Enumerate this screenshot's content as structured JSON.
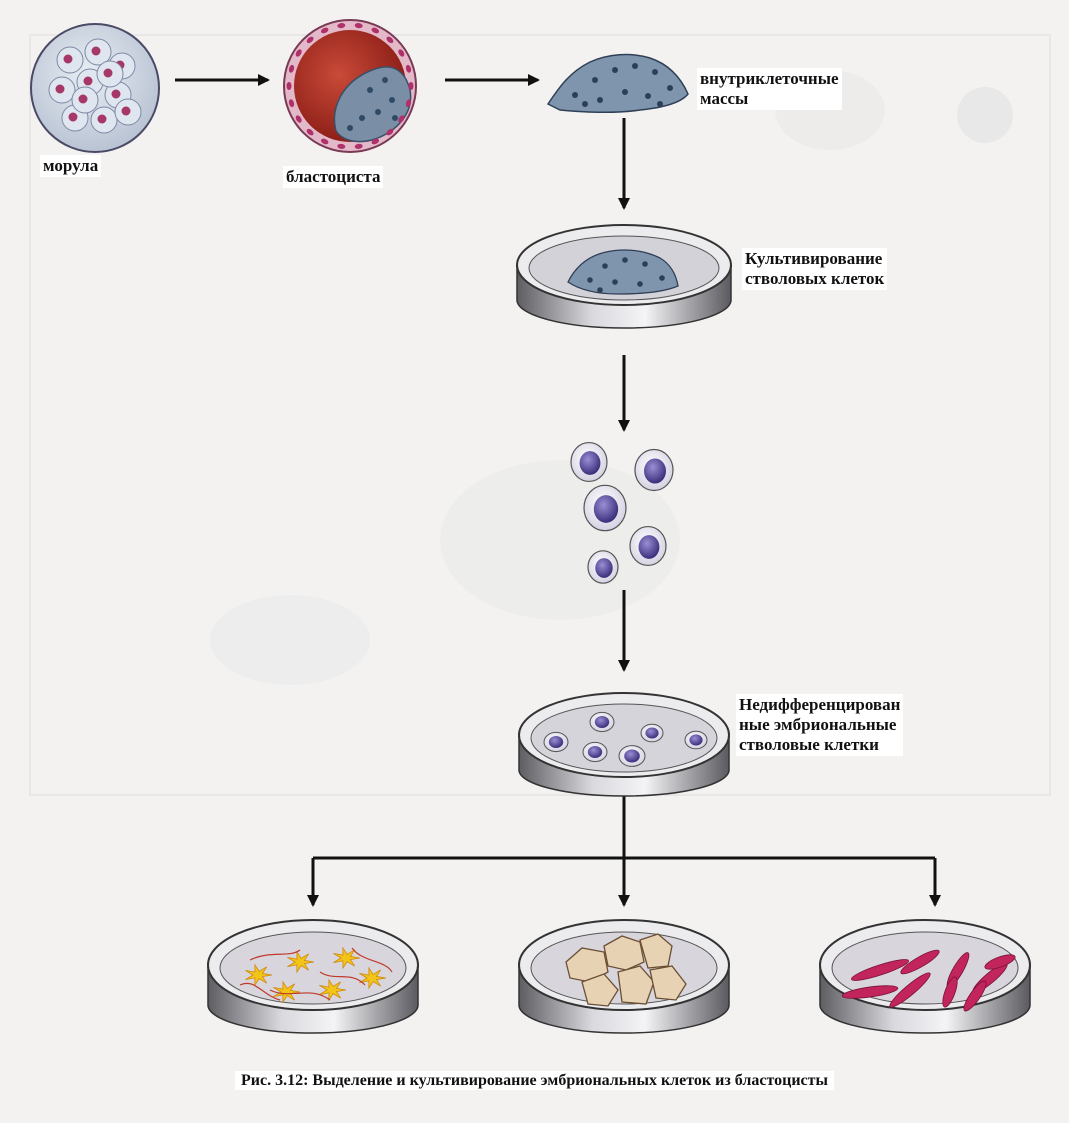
{
  "labels": {
    "morula": "морула",
    "blastocyst": "бластоциста",
    "inner_mass_1": "внутриклеточные",
    "inner_mass_2": "массы",
    "culture_1": "Культивирование",
    "culture_2": "стволовых клеток",
    "undiff_1": "Недифференцирован",
    "undiff_2": "ные эмбриональные",
    "undiff_3": "стволовые клетки"
  },
  "caption": "Рис. 3.12: Выделение и культивирование эмбриональных клеток из бластоцисты",
  "colors": {
    "dish_rim": "#7d7d82",
    "dish_inner": "#d9d7dc",
    "cell_purple": "#4a3f8f",
    "nerve_yellow": "#f2c418",
    "muscle_red": "#c2255c",
    "tissue_beige": "#e8d2b4",
    "blasto_red": "#a8281e"
  }
}
